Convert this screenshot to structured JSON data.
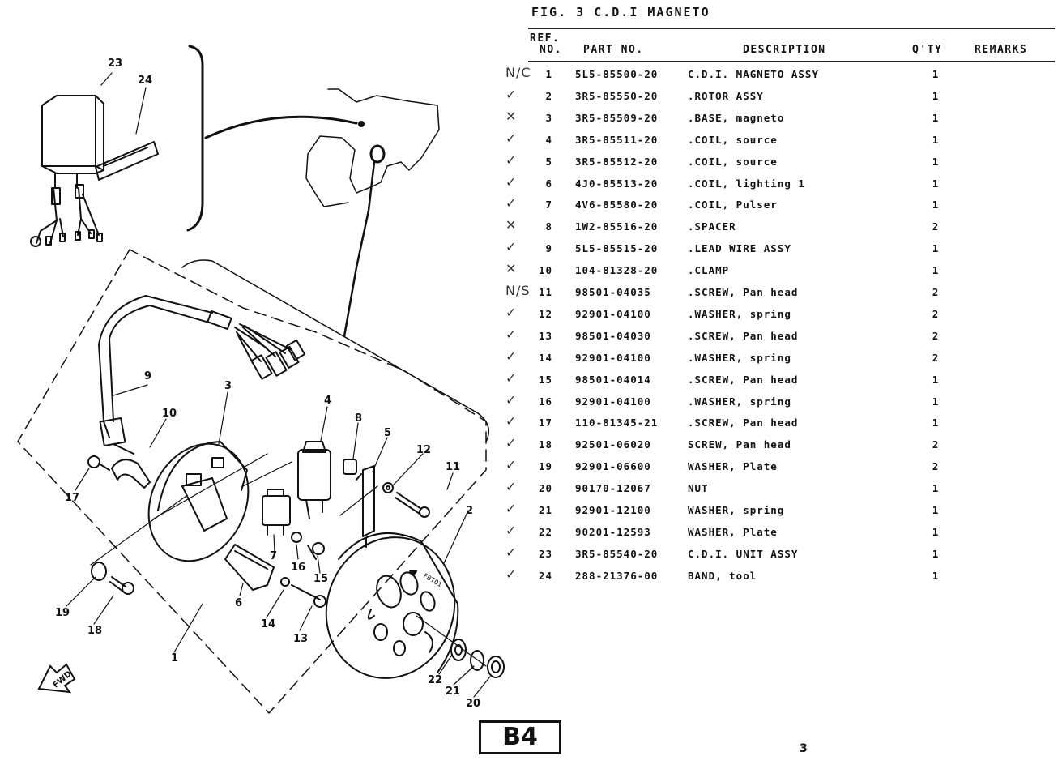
{
  "figure": {
    "title": "FIG. 3 C.D.I MAGNETO"
  },
  "table": {
    "headers": {
      "ref_line1": "REF.",
      "ref_line2": "NO.",
      "part_no": "PART NO.",
      "description": "DESCRIPTION",
      "qty": "Q'TY",
      "remarks": "REMARKS"
    },
    "rows": [
      {
        "mark": "N/C",
        "ref": "1",
        "part_no": "5L5-85500-20",
        "description": "C.D.I. MAGNETO ASSY",
        "qty": "1",
        "remarks": ""
      },
      {
        "mark": "✓",
        "ref": "2",
        "part_no": "3R5-85550-20",
        "description": ".ROTOR ASSY",
        "qty": "1",
        "remarks": ""
      },
      {
        "mark": "✕",
        "ref": "3",
        "part_no": "3R5-85509-20",
        "description": ".BASE, magneto",
        "qty": "1",
        "remarks": ""
      },
      {
        "mark": "✓",
        "ref": "4",
        "part_no": "3R5-85511-20",
        "description": ".COIL, source",
        "qty": "1",
        "remarks": ""
      },
      {
        "mark": "✓",
        "ref": "5",
        "part_no": "3R5-85512-20",
        "description": ".COIL, source",
        "qty": "1",
        "remarks": ""
      },
      {
        "mark": "✓",
        "ref": "6",
        "part_no": "4J0-85513-20",
        "description": ".COIL, lighting 1",
        "qty": "1",
        "remarks": ""
      },
      {
        "mark": "✓",
        "ref": "7",
        "part_no": "4V6-85580-20",
        "description": ".COIL, Pulser",
        "qty": "1",
        "remarks": ""
      },
      {
        "mark": "✕",
        "ref": "8",
        "part_no": "1W2-85516-20",
        "description": ".SPACER",
        "qty": "2",
        "remarks": ""
      },
      {
        "mark": "✓",
        "ref": "9",
        "part_no": "5L5-85515-20",
        "description": ".LEAD WIRE ASSY",
        "qty": "1",
        "remarks": ""
      },
      {
        "mark": "✕",
        "ref": "10",
        "part_no": "104-81328-20",
        "description": ".CLAMP",
        "qty": "1",
        "remarks": ""
      },
      {
        "mark": "N/S",
        "ref": "11",
        "part_no": "98501-04035",
        "description": ".SCREW, Pan head",
        "qty": "2",
        "remarks": ""
      },
      {
        "mark": "✓",
        "ref": "12",
        "part_no": "92901-04100",
        "description": ".WASHER, spring",
        "qty": "2",
        "remarks": ""
      },
      {
        "mark": "✓",
        "ref": "13",
        "part_no": "98501-04030",
        "description": ".SCREW, Pan head",
        "qty": "2",
        "remarks": ""
      },
      {
        "mark": "✓",
        "ref": "14",
        "part_no": "92901-04100",
        "description": ".WASHER, spring",
        "qty": "2",
        "remarks": ""
      },
      {
        "mark": "✓",
        "ref": "15",
        "part_no": "98501-04014",
        "description": ".SCREW, Pan head",
        "qty": "1",
        "remarks": ""
      },
      {
        "mark": "✓",
        "ref": "16",
        "part_no": "92901-04100",
        "description": ".WASHER, spring",
        "qty": "1",
        "remarks": ""
      },
      {
        "mark": "✓",
        "ref": "17",
        "part_no": "110-81345-21",
        "description": ".SCREW, Pan head",
        "qty": "1",
        "remarks": ""
      },
      {
        "mark": "✓",
        "ref": "18",
        "part_no": "92501-06020",
        "description": "SCREW, Pan head",
        "qty": "2",
        "remarks": ""
      },
      {
        "mark": "✓",
        "ref": "19",
        "part_no": "92901-06600",
        "description": "WASHER, Plate",
        "qty": "2",
        "remarks": ""
      },
      {
        "mark": "✓",
        "ref": "20",
        "part_no": "90170-12067",
        "description": "NUT",
        "qty": "1",
        "remarks": ""
      },
      {
        "mark": "✓",
        "ref": "21",
        "part_no": "92901-12100",
        "description": "WASHER, spring",
        "qty": "1",
        "remarks": ""
      },
      {
        "mark": "✓",
        "ref": "22",
        "part_no": "90201-12593",
        "description": "WASHER, Plate",
        "qty": "1",
        "remarks": ""
      },
      {
        "mark": "✓",
        "ref": "23",
        "part_no": "3R5-85540-20",
        "description": "C.D.I. UNIT ASSY",
        "qty": "1",
        "remarks": ""
      },
      {
        "mark": "✓",
        "ref": "24",
        "part_no": "288-21376-00",
        "description": "BAND, tool",
        "qty": "1",
        "remarks": ""
      }
    ]
  },
  "diagram": {
    "callouts": [
      "1",
      "2",
      "3",
      "4",
      "5",
      "6",
      "7",
      "8",
      "9",
      "10",
      "11",
      "12",
      "13",
      "14",
      "15",
      "16",
      "17",
      "18",
      "19",
      "20",
      "21",
      "22",
      "23",
      "24"
    ],
    "fwd_label": "FWD",
    "rotor_stamp": "FBT01"
  },
  "footer": {
    "section_badge": "B4",
    "page_number": "3"
  }
}
